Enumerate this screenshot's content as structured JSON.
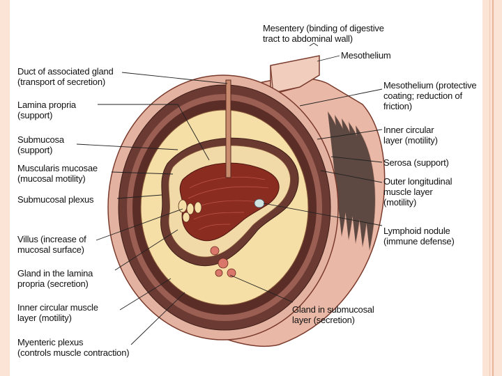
{
  "labels": {
    "mesentery": "Mesentery (binding of digestive\ntract to abdominal wall)",
    "mesothelium": "Mesothelium",
    "mesothelium_protective": "Mesothelium (protective\ncoating; reduction of\nfriction)",
    "inner_circular_right": "Inner circular\nlayer (motility)",
    "serosa": "Serosa (support)",
    "outer_longitudinal": "Outer longitudinal\nmuscle layer\n(motility)",
    "lymphoid_nodule": "Lymphoid nodule\n(immune defense)",
    "gland_submucosal": "Gland in submucosal\nlayer (secretion)",
    "duct": "Duct of associated gland\n(transport of secretion)",
    "lamina_propria": "Lamina propria\n(support)",
    "submucosa": "Submucosa\n(support)",
    "muscularis_mucosae": "Muscularis mucosae\n(mucosal motility)",
    "submucosal_plexus": "Submucosal plexus",
    "villus": "Villus (increase of\nmucosal surface)",
    "gland_lamina": "Gland in the lamina\npropria (secretion)",
    "inner_circular_left": "Inner circular muscle\nlayer (motility)",
    "myenteric": "Myenteric plexus\n(controls muscle contraction)"
  },
  "colors": {
    "border": "#fbe4d6",
    "outer_layer": "#eab8a6",
    "muscle": "#7a4a40",
    "submucosa": "#f5dfa6",
    "lumen": "#8a2c20"
  }
}
